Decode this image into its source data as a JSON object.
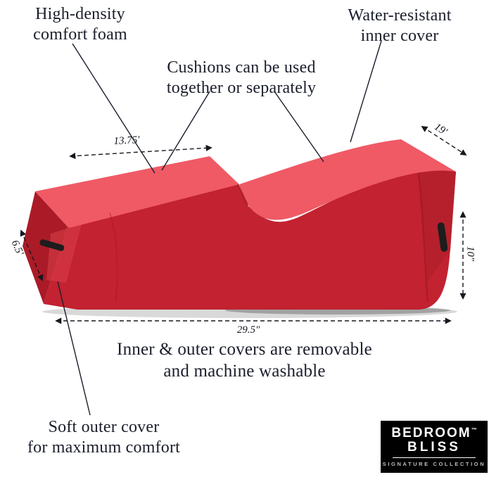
{
  "labels": {
    "high_density": "High-density\ncomfort foam",
    "cushions_usage": "Cushions can be used\ntogether or separately",
    "water_resistant": "Water-resistant\ninner cover",
    "covers_washable": "Inner & outer covers are removable\nand machine washable",
    "soft_outer": "Soft outer cover\nfor maximum comfort"
  },
  "dimensions": {
    "wedge_top_length": "13.75'",
    "lounger_width": "19'",
    "wedge_side": "6.5'",
    "lounger_height": "10\"",
    "total_length": "29.5\""
  },
  "logo": {
    "brand_line1": "BEDROOM",
    "trademark": "™",
    "brand_line2": "BLISS",
    "collection": "SIGNATURE COLLECTION"
  },
  "colors": {
    "cushion_top": "#ef5a65",
    "cushion_front": "#c32230",
    "cushion_side_dark": "#aa1b27",
    "seam_shadow": "#9e1824",
    "annotation_text": "#1b1f2c",
    "logo_background": "#000000",
    "logo_subtext": "#b9bdc4"
  }
}
